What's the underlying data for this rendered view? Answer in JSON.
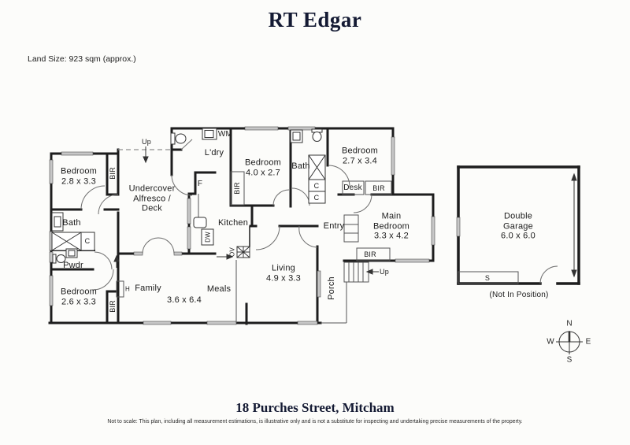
{
  "brand": "RT Edgar",
  "land_size": "Land Size: 923 sqm (approx.)",
  "address": "18 Purches Street, Mitcham",
  "disclaimer": "Not to scale: This plan, including all measurement estimations, is illustrative only and is not a substitute for inspecting and undertaking precise measurements of the property.",
  "rooms": {
    "bedroom1": {
      "name": "Bedroom",
      "dims": "2.8 x 3.3"
    },
    "bedroom2": {
      "name": "Bedroom",
      "dims": "2.6 x 3.3"
    },
    "bedroom3": {
      "name": "Bedroom",
      "dims": "4.0 x 2.7"
    },
    "bedroom4": {
      "name": "Bedroom",
      "dims": "2.7 x 3.4"
    },
    "main_bedroom": {
      "line1": "Main",
      "line2": "Bedroom",
      "dims": "3.3 x 4.2"
    },
    "family": {
      "name": "Family",
      "dims": "3.6 x 6.4"
    },
    "meals": {
      "name": "Meals"
    },
    "living": {
      "name": "Living",
      "dims": "4.9 x 3.3"
    },
    "kitchen": {
      "name": "Kitchen"
    },
    "alfresco": {
      "line1": "Undercover",
      "line2": "Alfresco /",
      "line3": "Deck"
    },
    "laundry": {
      "name": "L'dry"
    },
    "bath1": {
      "name": "Bath"
    },
    "bath2": {
      "name": "Bath"
    },
    "powder": {
      "name": "Pwdr"
    },
    "entry": {
      "name": "Entry"
    },
    "porch": {
      "name": "Porch"
    },
    "garage": {
      "line1": "Double",
      "line2": "Garage",
      "dims": "6.0 x 6.0",
      "note": "(Not In Position)"
    }
  },
  "fixtures": {
    "bir": "BIR",
    "desk": "Desk",
    "cupboard": "C",
    "washing_machine": "WM",
    "fridge": "F",
    "dishwasher": "DW",
    "oven": "OV",
    "hot_water": "H",
    "storage": "S",
    "up": "Up"
  },
  "compass": {
    "n": "N",
    "s": "S",
    "e": "E",
    "w": "W"
  },
  "colors": {
    "wall": "#1d1d1d",
    "window": "#c7c7c7",
    "brand_navy": "#141a33"
  }
}
